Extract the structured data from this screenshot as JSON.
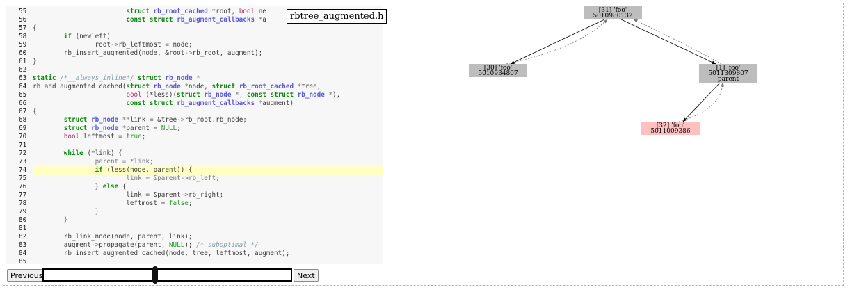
{
  "header": {
    "filename": "rbtree_augmented.h"
  },
  "code_lines": [
    {
      "n": "55",
      "parts": [
        [
          "",
          "                        "
        ],
        [
          "kw",
          "struct "
        ],
        [
          "ty",
          "rb_root_cached"
        ],
        [
          "nm",
          " *"
        ],
        [
          "",
          "root, "
        ],
        [
          "tn",
          "bool"
        ],
        [
          "",
          " ne"
        ]
      ]
    },
    {
      "n": "56",
      "parts": [
        [
          "",
          "                        "
        ],
        [
          "kw",
          "const struct "
        ],
        [
          "ty",
          "rb_augment_callbacks"
        ],
        [
          "nm",
          " *"
        ],
        [
          "",
          "a"
        ]
      ]
    },
    {
      "n": "57",
      "parts": [
        [
          "",
          "{"
        ]
      ]
    },
    {
      "n": "58",
      "parts": [
        [
          "",
          "        "
        ],
        [
          "kw",
          "if"
        ],
        [
          "",
          " (newleft)"
        ]
      ]
    },
    {
      "n": "59",
      "parts": [
        [
          "",
          "                root"
        ],
        [
          "nm",
          "->"
        ],
        [
          "",
          "rb_leftmost = node;"
        ]
      ]
    },
    {
      "n": "60",
      "parts": [
        [
          "",
          "        rb_insert_augmented(node, &root"
        ],
        [
          "nm",
          "->"
        ],
        [
          "",
          "rb_root, augment);"
        ]
      ]
    },
    {
      "n": "61",
      "parts": [
        [
          "",
          "}"
        ]
      ]
    },
    {
      "n": "62",
      "parts": []
    },
    {
      "n": "63",
      "parts": [
        [
          "kw",
          "static"
        ],
        [
          "",
          " "
        ],
        [
          "cm",
          "/*__always_inline*/"
        ],
        [
          "",
          " "
        ],
        [
          "kw",
          "struct "
        ],
        [
          "ty",
          "rb_node"
        ],
        [
          "nm",
          " *"
        ]
      ]
    },
    {
      "n": "64",
      "parts": [
        [
          "",
          "rb_add_augmented_cached("
        ],
        [
          "kw",
          "struct "
        ],
        [
          "ty",
          "rb_node"
        ],
        [
          "nm",
          " *"
        ],
        [
          "",
          "node, "
        ],
        [
          "kw",
          "struct "
        ],
        [
          "ty",
          "rb_root_cached"
        ],
        [
          "nm",
          " *"
        ],
        [
          "",
          "tree,"
        ]
      ]
    },
    {
      "n": "65",
      "parts": [
        [
          "",
          "                        "
        ],
        [
          "tn",
          "bool"
        ],
        [
          "",
          " (*less)("
        ],
        [
          "kw",
          "struct "
        ],
        [
          "ty",
          "rb_node"
        ],
        [
          "nm",
          " *"
        ],
        [
          "",
          ", "
        ],
        [
          "kw",
          "const struct "
        ],
        [
          "ty",
          "rb_node"
        ],
        [
          "nm",
          " *"
        ],
        [
          "",
          "),"
        ]
      ]
    },
    {
      "n": "66",
      "parts": [
        [
          "",
          "                        "
        ],
        [
          "kw",
          "const struct "
        ],
        [
          "ty",
          "rb_augment_callbacks"
        ],
        [
          "nm",
          " *"
        ],
        [
          "",
          "augment)"
        ]
      ]
    },
    {
      "n": "67",
      "parts": [
        [
          "",
          "{"
        ]
      ]
    },
    {
      "n": "68",
      "parts": [
        [
          "",
          "        "
        ],
        [
          "kw",
          "struct "
        ],
        [
          "ty",
          "rb_node"
        ],
        [
          "nm",
          " **"
        ],
        [
          "",
          "link = &tree"
        ],
        [
          "nm",
          "->"
        ],
        [
          "",
          "rb_root.rb_node;"
        ]
      ]
    },
    {
      "n": "69",
      "parts": [
        [
          "",
          "        "
        ],
        [
          "kw",
          "struct "
        ],
        [
          "ty",
          "rb_node"
        ],
        [
          "nm",
          " *"
        ],
        [
          "",
          "parent = "
        ],
        [
          "bl",
          "NULL"
        ],
        [
          "",
          ";"
        ]
      ]
    },
    {
      "n": "70",
      "parts": [
        [
          "",
          "        "
        ],
        [
          "tn",
          "bool"
        ],
        [
          "",
          " leftmost = "
        ],
        [
          "bl",
          "true"
        ],
        [
          "",
          ";"
        ]
      ]
    },
    {
      "n": "71",
      "parts": []
    },
    {
      "n": "72",
      "parts": [
        [
          "",
          "        "
        ],
        [
          "kw",
          "while"
        ],
        [
          "",
          " (*link) {"
        ]
      ]
    },
    {
      "n": "73",
      "parts": [
        [
          "",
          "                "
        ],
        [
          "nm",
          "parent = *link;"
        ]
      ]
    },
    {
      "n": "74",
      "hl": true,
      "parts": [
        [
          "",
          "                "
        ],
        [
          "kw",
          "if"
        ],
        [
          "",
          " (less(node, parent)) {"
        ]
      ]
    },
    {
      "n": "75",
      "parts": [
        [
          "",
          "                        "
        ],
        [
          "nm",
          "link = &parent"
        ],
        [
          "nm",
          "->"
        ],
        [
          "nm",
          "rb_left;"
        ]
      ]
    },
    {
      "n": "76",
      "parts": [
        [
          "",
          "                } "
        ],
        [
          "kw",
          "else"
        ],
        [
          "",
          " {"
        ]
      ]
    },
    {
      "n": "77",
      "parts": [
        [
          "",
          "                        link = &parent"
        ],
        [
          "nm",
          "->"
        ],
        [
          "",
          "rb_right;"
        ]
      ]
    },
    {
      "n": "78",
      "parts": [
        [
          "",
          "                        leftmost = "
        ],
        [
          "bl",
          "false"
        ],
        [
          "",
          ";"
        ]
      ]
    },
    {
      "n": "79",
      "parts": [
        [
          "",
          "                "
        ],
        [
          "nm",
          "}"
        ]
      ]
    },
    {
      "n": "80",
      "parts": [
        [
          "",
          "        "
        ],
        [
          "nm",
          "}"
        ]
      ]
    },
    {
      "n": "81",
      "parts": []
    },
    {
      "n": "82",
      "parts": [
        [
          "",
          "        rb_link_node(node, parent, link);"
        ]
      ]
    },
    {
      "n": "83",
      "parts": [
        [
          "",
          "        augment"
        ],
        [
          "nm",
          "->"
        ],
        [
          "",
          "propagate(parent, "
        ],
        [
          "bl",
          "NULL"
        ],
        [
          "",
          "); "
        ],
        [
          "cm",
          "/* suboptimal */"
        ]
      ]
    },
    {
      "n": "84",
      "parts": [
        [
          "",
          "        rb_insert_augmented_cached(node, tree, leftmost, augment);"
        ]
      ]
    },
    {
      "n": "85",
      "parts": []
    }
  ],
  "controls": {
    "previous_label": "Previous",
    "next_label": "Next",
    "slider_position": 0.45
  },
  "graph": {
    "nodes": [
      {
        "id": "n31",
        "lines": [
          "[31] 'foo'",
          "5010980132"
        ],
        "color": "#bdbdbd"
      },
      {
        "id": "n30",
        "lines": [
          "[30] 'foo'",
          "5010934807"
        ],
        "color": "#bdbdbd"
      },
      {
        "id": "n1",
        "lines": [
          "[1] 'foo'",
          "5011309807",
          "parent"
        ],
        "color": "#bdbdbd"
      },
      {
        "id": "n32",
        "lines": [
          "[32] 'foo'",
          "5011009386"
        ],
        "color": "#ffc0c0"
      }
    ],
    "edges": [
      {
        "from": "n31",
        "to": "n30",
        "style": "solid"
      },
      {
        "from": "n30",
        "to": "n31",
        "style": "dashed"
      },
      {
        "from": "n31",
        "to": "n1",
        "style": "solid"
      },
      {
        "from": "n1",
        "to": "n31",
        "style": "dashed"
      },
      {
        "from": "n1",
        "to": "n32",
        "style": "solid"
      },
      {
        "from": "n32",
        "to": "n1",
        "style": "dashed"
      }
    ]
  },
  "colors": {
    "highlight": "#ffffc4",
    "keyword": "#0a8a0a",
    "type": "#5a5ad8",
    "new_node": "#ffc0c0",
    "node": "#bdbdbd"
  }
}
